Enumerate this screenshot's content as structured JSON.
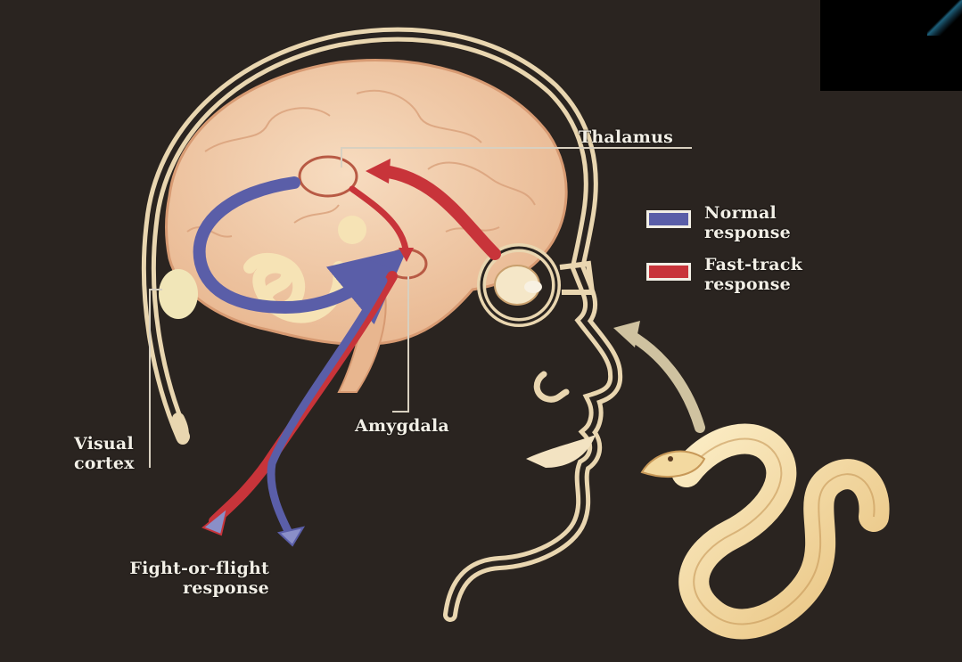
{
  "labels": {
    "thalamus": "Thalamus",
    "amygdala": "Amygdala",
    "visual_cortex": [
      "Visual",
      "cortex"
    ],
    "fight_or_flight": [
      "Fight-or-flight",
      "response"
    ]
  },
  "legend": {
    "normal": {
      "text": [
        "Normal",
        "response"
      ],
      "color": "#5a5ea8"
    },
    "fast": {
      "text": [
        "Fast-track",
        "response"
      ],
      "color": "#c8343a"
    }
  },
  "colors": {
    "background": "#2a2420",
    "brain": "#f0c9a6",
    "head_outline": "#e9d6b0",
    "normal_path": "#5a5ea8",
    "fast_path": "#c8343a",
    "snake": "#f3d9a0"
  }
}
